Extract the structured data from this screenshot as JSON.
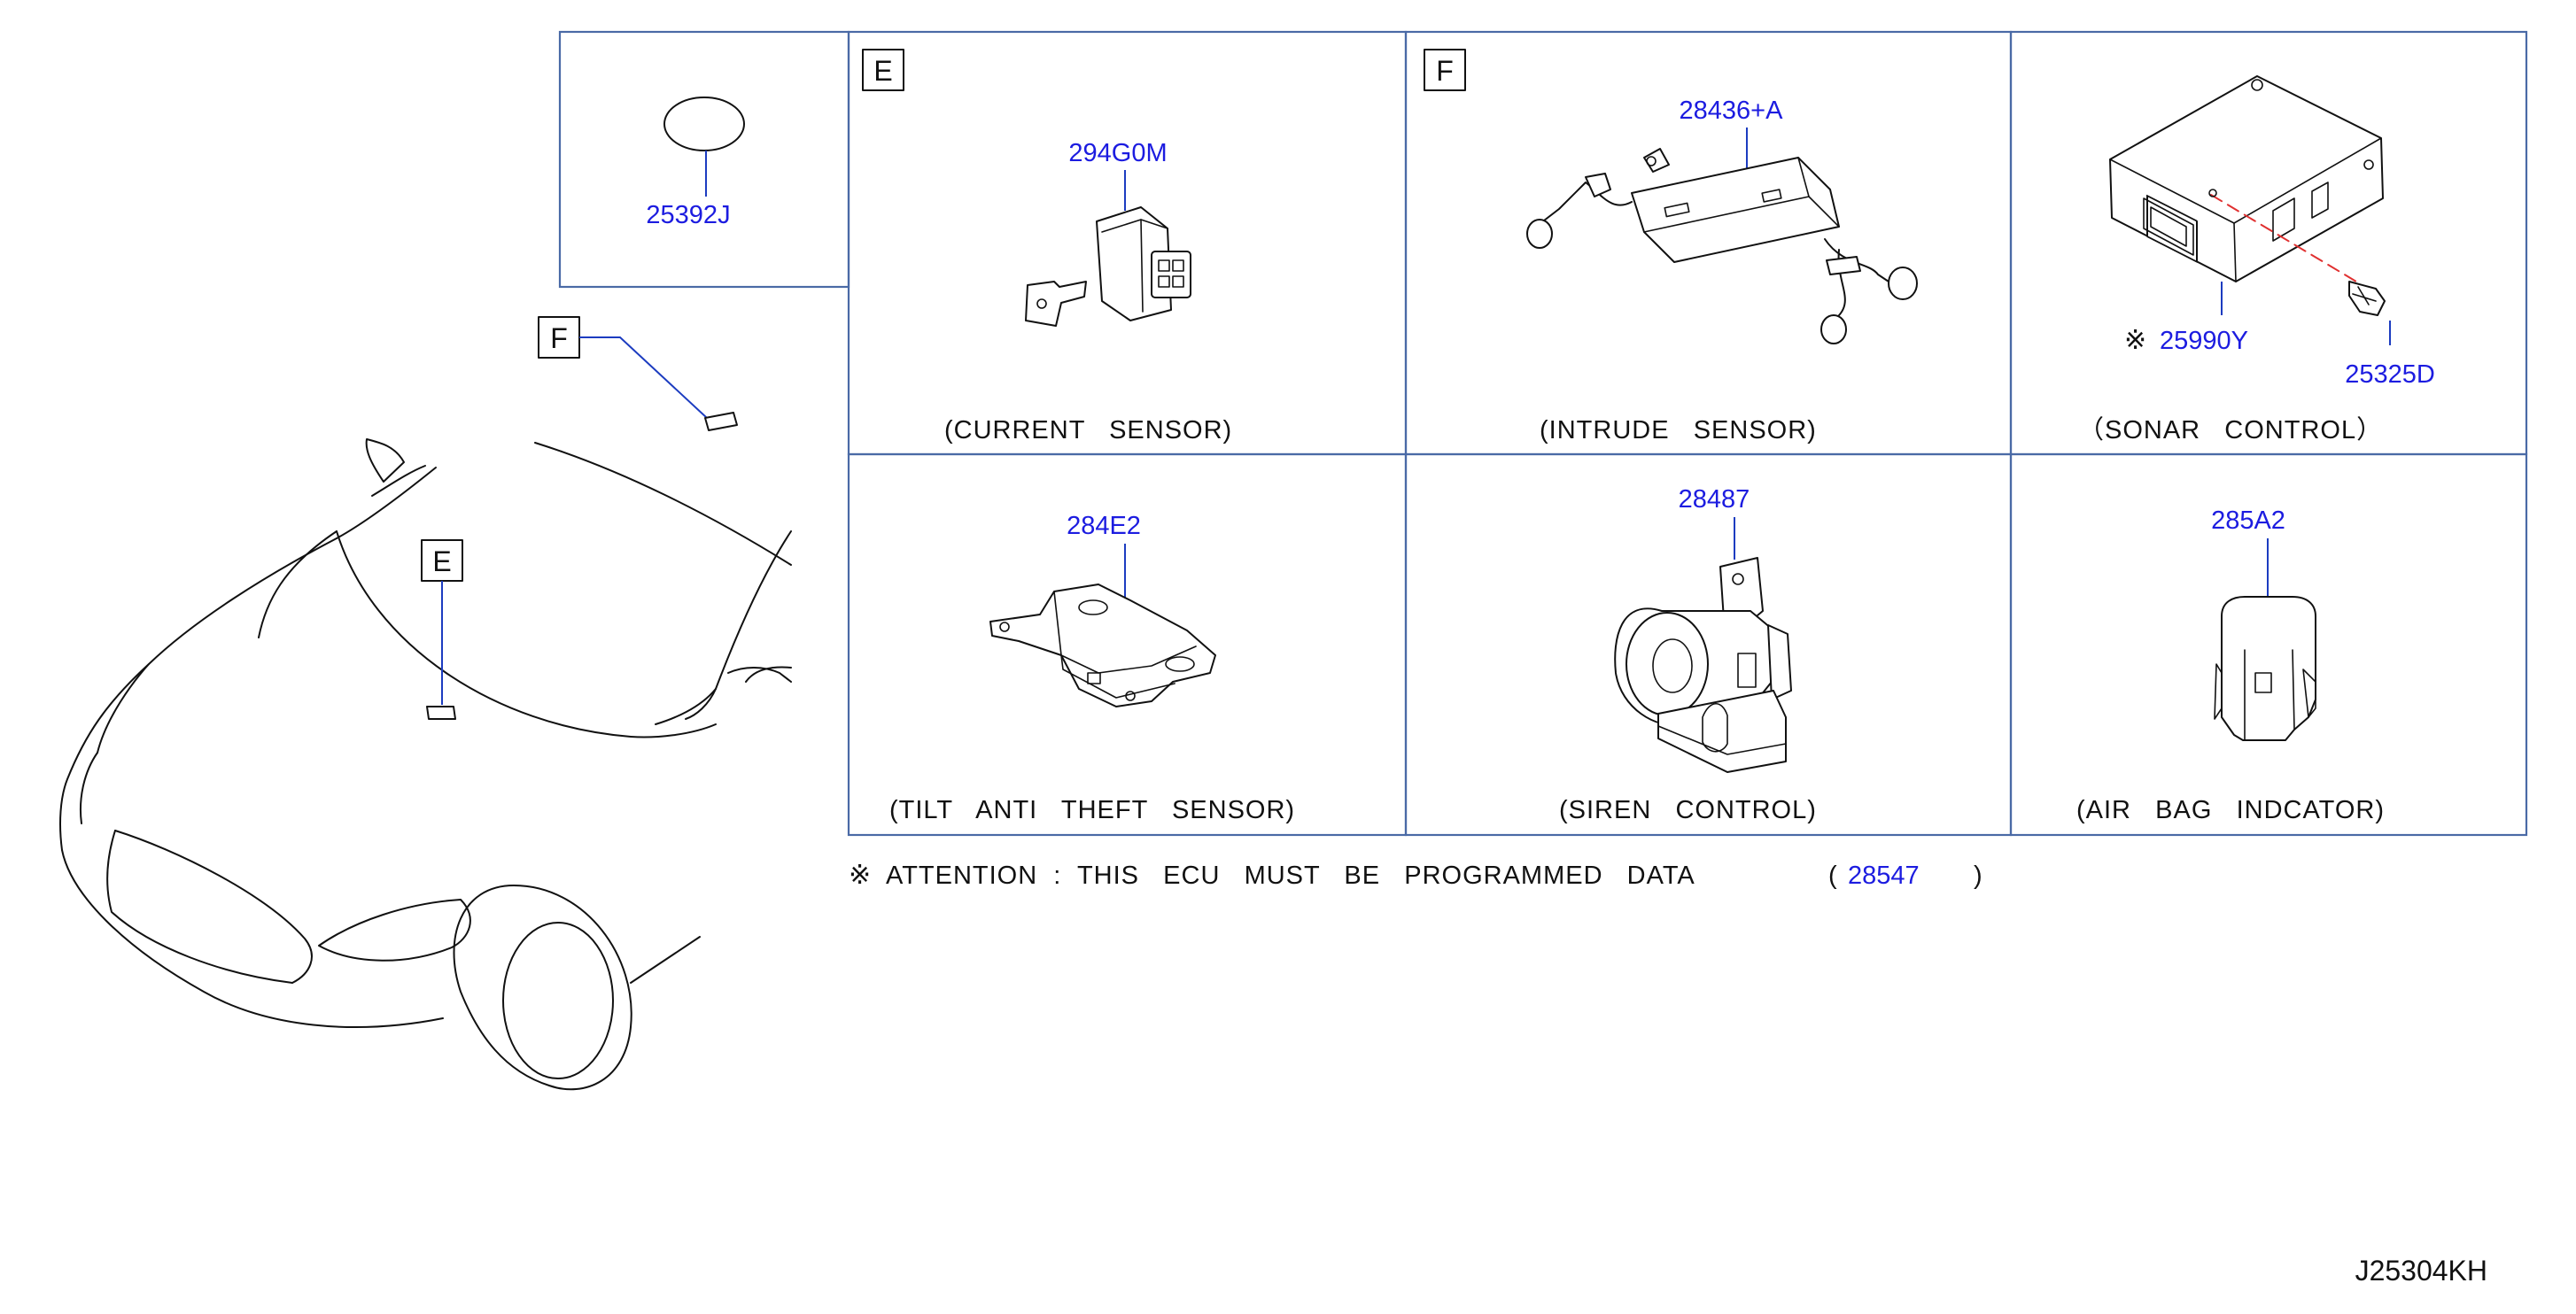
{
  "diagram_code": "J25304KH",
  "callouts": {
    "e": "E",
    "f": "F"
  },
  "parts": {
    "battery_cover": {
      "number": "25392J"
    },
    "current_sensor": {
      "number": "294G0M",
      "caption": "(CURRENT   SENSOR)",
      "view": "E"
    },
    "intrude_sensor": {
      "number": "28436+A",
      "caption": "(INTRUDE   SENSOR)",
      "view": "F"
    },
    "sonar_control": {
      "number": "25990Y",
      "mark": "※",
      "bolt_number": "25325D",
      "caption": "（SONAR   CONTROL）"
    },
    "tilt_sensor": {
      "number": "284E2",
      "caption": "(TILT   ANTI   THEFT   SENSOR)"
    },
    "siren_control": {
      "number": "28487",
      "caption": "(SIREN   CONTROL)"
    },
    "airbag_indicator": {
      "number": "285A2",
      "caption": "(AIR   BAG   INDCATOR)"
    }
  },
  "attention": {
    "mark": "※",
    "text": "ATTENTION  :  THIS   ECU   MUST   BE   PROGRAMMED   DATA",
    "open": "(",
    "part_number": "28547",
    "close": ")"
  },
  "colors": {
    "part_number": "#1c1ce0",
    "grid": "#4a6aa6",
    "line": "#111111"
  }
}
